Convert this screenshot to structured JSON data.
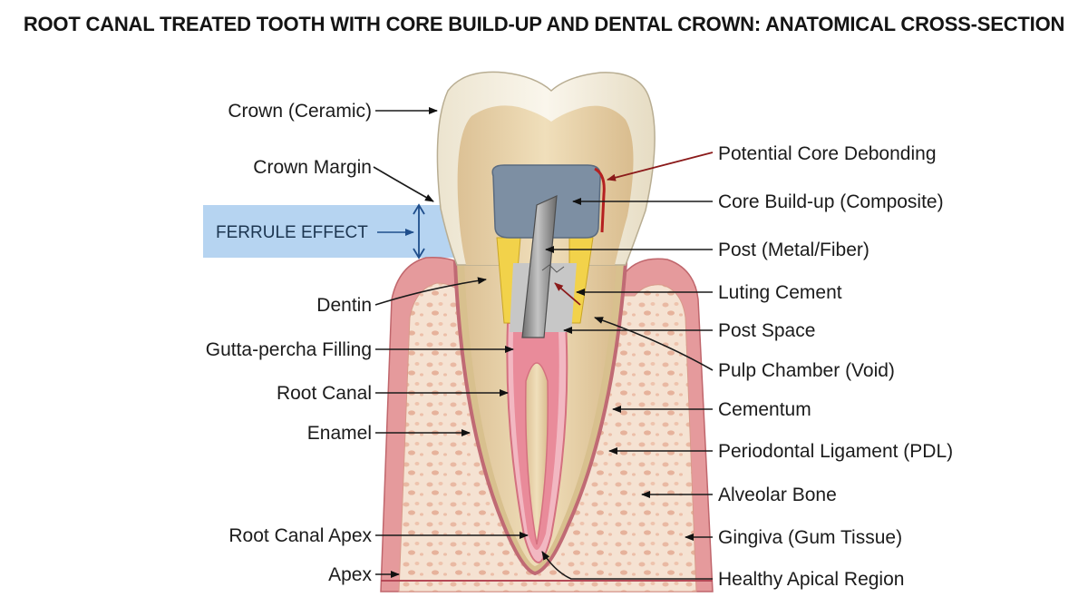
{
  "title": "ROOT CANAL TREATED TOOTH WITH CORE BUILD-UP AND DENTAL CROWN: ANATOMICAL CROSS-SECTION",
  "labels_left": {
    "crown_ceramic": "Crown (Ceramic)",
    "crown_margin": "Crown Margin",
    "ferrule_effect": "FERRULE EFFECT",
    "dentin": "Dentin",
    "gutta_percha": "Gutta-percha Filling",
    "root_canal": "Root Canal",
    "enamel": "Enamel",
    "root_canal_apex": "Root Canal Apex",
    "apex": "Apex"
  },
  "labels_right": {
    "core_debonding": "Potential Core Debonding",
    "core_buildup": "Core Build-up (Composite)",
    "post": "Post (Metal/Fiber)",
    "luting_cement": "Luting Cement",
    "post_space": "Post Space",
    "pulp_chamber": "Pulp Chamber (Void)",
    "cementum": "Cementum",
    "pdl": "Periodontal Ligament (PDL)",
    "alveolar_bone": "Alveolar Bone",
    "gingiva": "Gingiva (Gum Tissue)",
    "healthy_apical": "Healthy Apical Region"
  },
  "colors": {
    "crown": "#f6f1e4",
    "dentin": "#e8d2a8",
    "core": "#7d8fa3",
    "post": "#8a8a8a",
    "cement": "#f2d24a",
    "gingiva": "#e89a9a",
    "bone": "#f3dcc8",
    "pulp": "#e98b9a",
    "ferrule_band": "#a9cdee",
    "debond_line": "#8b1a1a"
  }
}
